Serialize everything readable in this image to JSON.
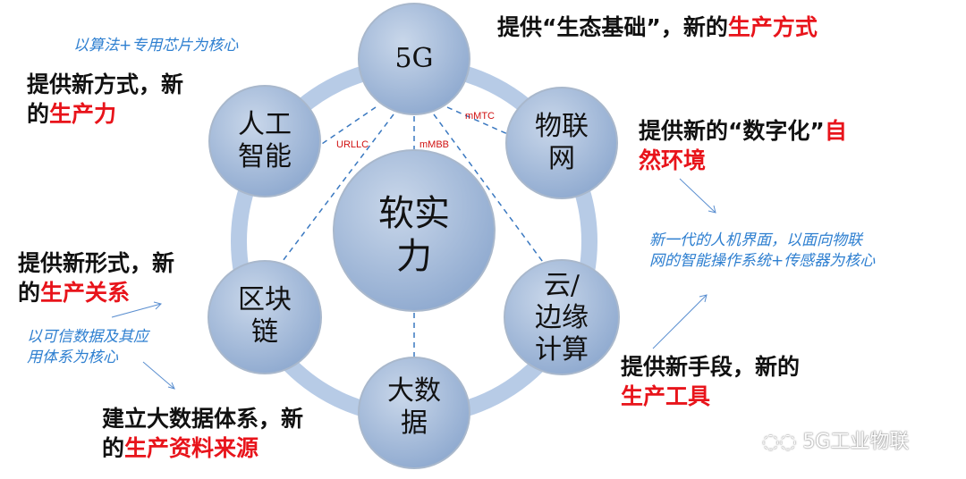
{
  "center": "软实力",
  "nodes": {
    "fiveg": "5G",
    "ai": "人工\n智能",
    "iot": "物联\n网",
    "blockchain": "区块\n链",
    "cloud": "云/\n边缘\n计算",
    "bigdata": "大数\n据"
  },
  "links": {
    "urllc": "URLLC",
    "mmbb": "mMBB",
    "mmtc": "mMTC"
  },
  "captions": {
    "top_right": {
      "a": "提供“生态基础”，新的",
      "b": "生产方式"
    },
    "ai": {
      "a": "提供新方式，新",
      "b": "的",
      "c": "生产力"
    },
    "ai_note": "以算法+专用芯片为核心",
    "iot": {
      "a": "提供新的“数字化”",
      "b": "自",
      "c": "然环境"
    },
    "iot_note": [
      "新一代的人机界面，以面向物联",
      "网的智能操作系统+传感器为核心"
    ],
    "blockchain": {
      "a": "提供新形式，新",
      "b": "的",
      "c": "生产关系"
    },
    "blockchain_note": [
      "以可信数据及其应",
      "用体系为核心"
    ],
    "cloud": {
      "a": "提供新手段，新的",
      "b": "生产工具"
    },
    "bigdata": {
      "a": "建立大数据体系，新",
      "b": "的",
      "c": "生产资料来源"
    }
  },
  "watermark": "5G工业物联",
  "colors": {
    "red": "#e8141b",
    "note": "#2e7fd0",
    "node": "#9db5d6"
  }
}
